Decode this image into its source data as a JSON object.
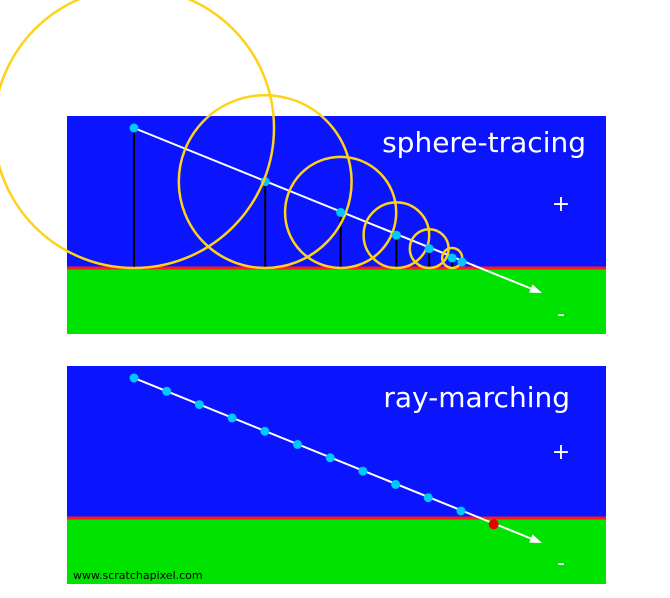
{
  "colors": {
    "sky": "#0a14ff",
    "ground": "#00e300",
    "surface": "#ff1a1a",
    "ray": "#ffffff",
    "sample": "#00c8ff",
    "hit": "#e60000",
    "circle": "#ffd21a",
    "distance": "#000000"
  },
  "sphere_tracing": {
    "title": "sphere-tracing",
    "plus": "+",
    "minus": "-",
    "samples": [
      0.0,
      0.4,
      0.63,
      0.8,
      0.9,
      0.97,
      1.0
    ]
  },
  "ray_marching": {
    "title": "ray-marching",
    "plus": "+",
    "minus": "-",
    "samples": [
      0.0,
      0.1,
      0.2,
      0.3,
      0.4,
      0.5,
      0.6,
      0.7,
      0.8,
      0.9,
      1.0
    ],
    "hit": 1.1
  },
  "credit": "www.scratchapixel.com"
}
